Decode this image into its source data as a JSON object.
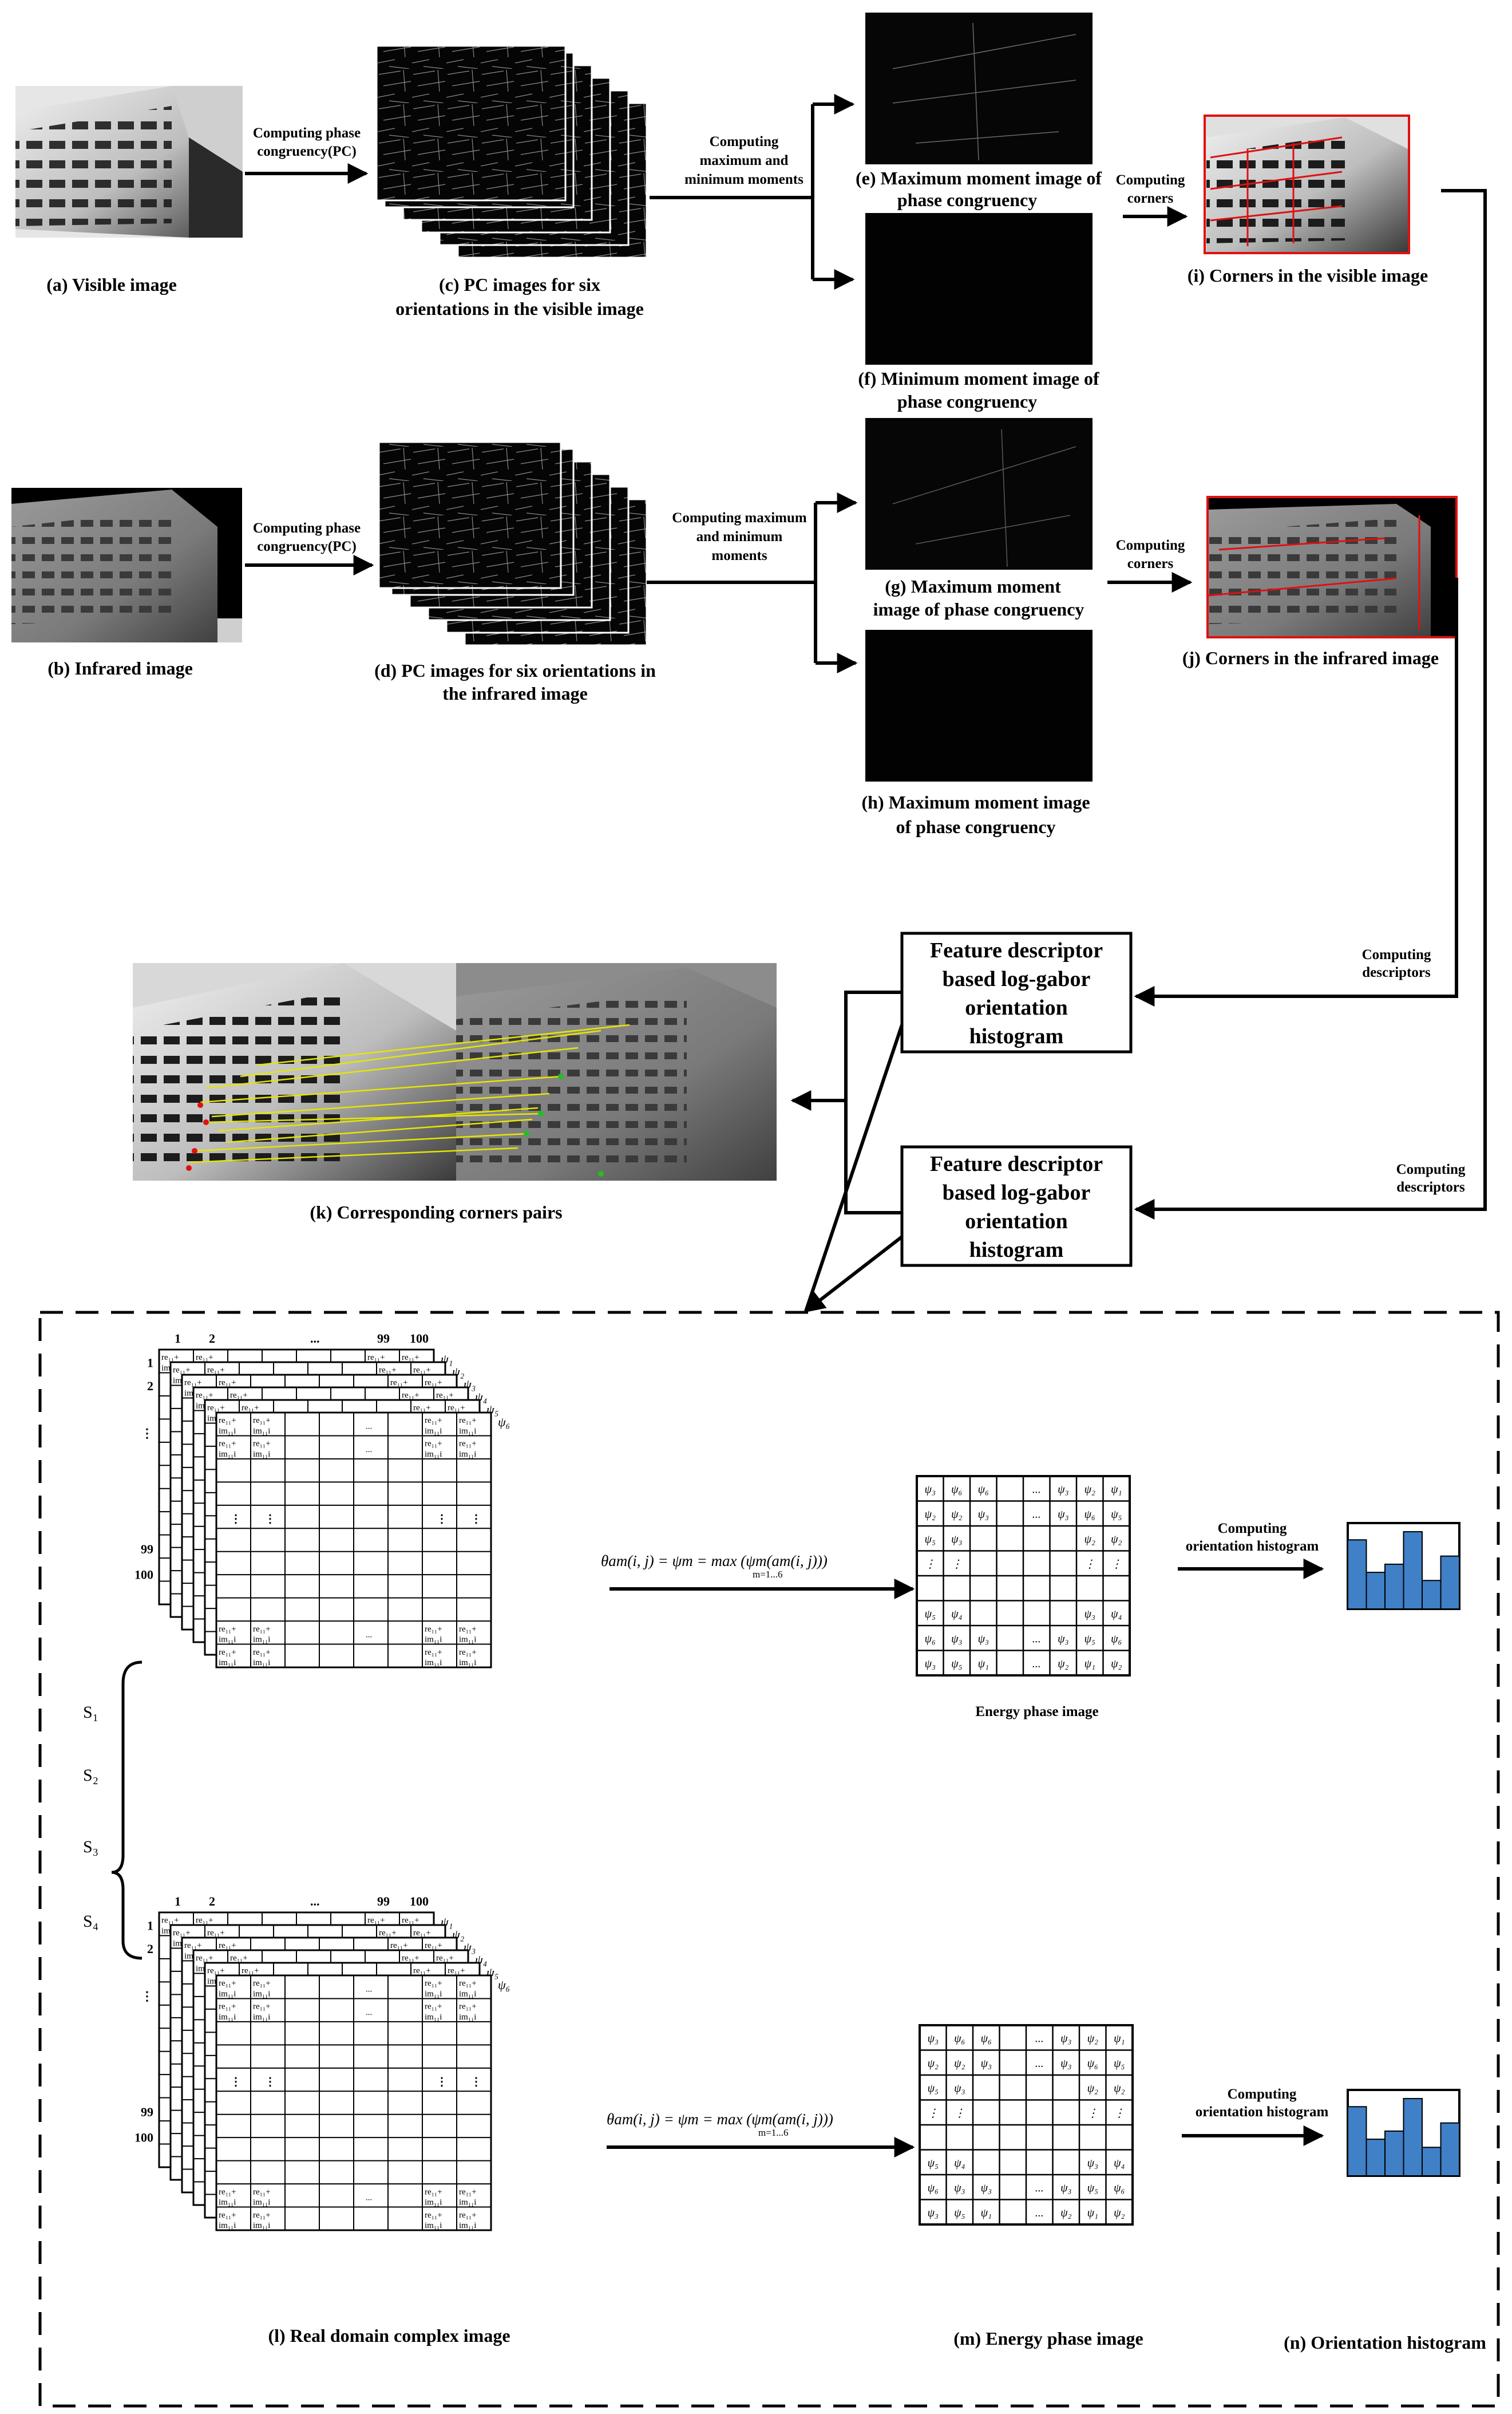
{
  "captions": {
    "a": "(a) Visible image",
    "b": "(b) Infrared image",
    "c1": "(c) PC images for six",
    "c2": "orientations in the visible image",
    "d1": "(d) PC images for six orientations in",
    "d2": "the infrared image",
    "e1": "(e) Maximum moment image of",
    "e2": "phase congruency",
    "f1": "(f) Minimum moment image of",
    "f2": "phase congruency",
    "g1": "(g) Maximum moment",
    "g2": "image of phase congruency",
    "h1": "(h) Maximum moment image",
    "h2": "of phase congruency",
    "i": "(i) Corners in the visible image",
    "j": "(j) Corners in the infrared image",
    "k": "(k) Corresponding corners pairs",
    "l": "(l) Real domain complex image",
    "m": "(m) Energy phase image",
    "n": "(n) Orientation histogram",
    "energy": "Energy phase image"
  },
  "arrows": {
    "pc1": "Computing phase",
    "pc2": "congruency(PC)",
    "mm1": "Computing",
    "mm2": "maximum and",
    "mm3": "minimum moments",
    "mm4": "Computing maximum",
    "mm5": "and minimum",
    "mm6": "moments",
    "cc1": "Computing",
    "cc2": "corners",
    "cd1": "Computing",
    "cd2": "descriptors",
    "oh1": "Computing",
    "oh2": "orientation histogram"
  },
  "descriptor_box": [
    "Feature descriptor",
    "based log-gabor",
    "orientation",
    "histogram"
  ],
  "grid": {
    "col_labels": [
      "1",
      "2",
      "...",
      "99",
      "100"
    ],
    "row_labels": [
      "1",
      "2",
      "⋮",
      "99",
      "100"
    ],
    "cell_top": "re₁₁+",
    "cell_bottom": "im₁₁i",
    "dots": "...",
    "vdots": "⋮",
    "layer_labels": [
      "ψ₁",
      "ψ₂",
      "ψ₃",
      "ψ₄",
      "ψ₅",
      "ψ₆"
    ],
    "scales": [
      "S₁",
      "S₂",
      "S₃",
      "S₄"
    ]
  },
  "equation": "θam(i, j) = ψm = max (ψm(am(i, j)))",
  "equation_sub": "m=1...6",
  "energy_grid_1": [
    [
      "ψ₃",
      "ψ₆",
      "ψ₆",
      "",
      "...",
      "ψ₃",
      "ψ₂",
      "ψ₁"
    ],
    [
      "ψ₂",
      "ψ₂",
      "ψ₃",
      "",
      "...",
      "ψ₃",
      "ψ₆",
      "ψ₅"
    ],
    [
      "ψ₅",
      "ψ₃",
      "",
      "",
      "",
      "",
      "ψ₂",
      "ψ₂"
    ],
    [
      "⋮",
      "⋮",
      "",
      "",
      "",
      "",
      "⋮",
      "⋮"
    ],
    [
      "",
      "",
      "",
      "",
      "",
      "",
      "",
      ""
    ],
    [
      "ψ₅",
      "ψ₄",
      "",
      "",
      "",
      "",
      "ψ₃",
      "ψ₄"
    ],
    [
      "ψ₆",
      "ψ₃",
      "ψ₃",
      "",
      "...",
      "ψ₃",
      "ψ₅",
      "ψ₆"
    ],
    [
      "ψ₃",
      "ψ₅",
      "ψ₁",
      "",
      "...",
      "ψ₂",
      "ψ₁",
      "ψ₂"
    ]
  ],
  "histogram_values": [
    0.85,
    0.45,
    0.55,
    0.95,
    0.35,
    0.65
  ],
  "colors": {
    "histogram": "#3f80c6",
    "corners": "#e01010",
    "matches": "#e6e600",
    "dashed": "#000000"
  }
}
